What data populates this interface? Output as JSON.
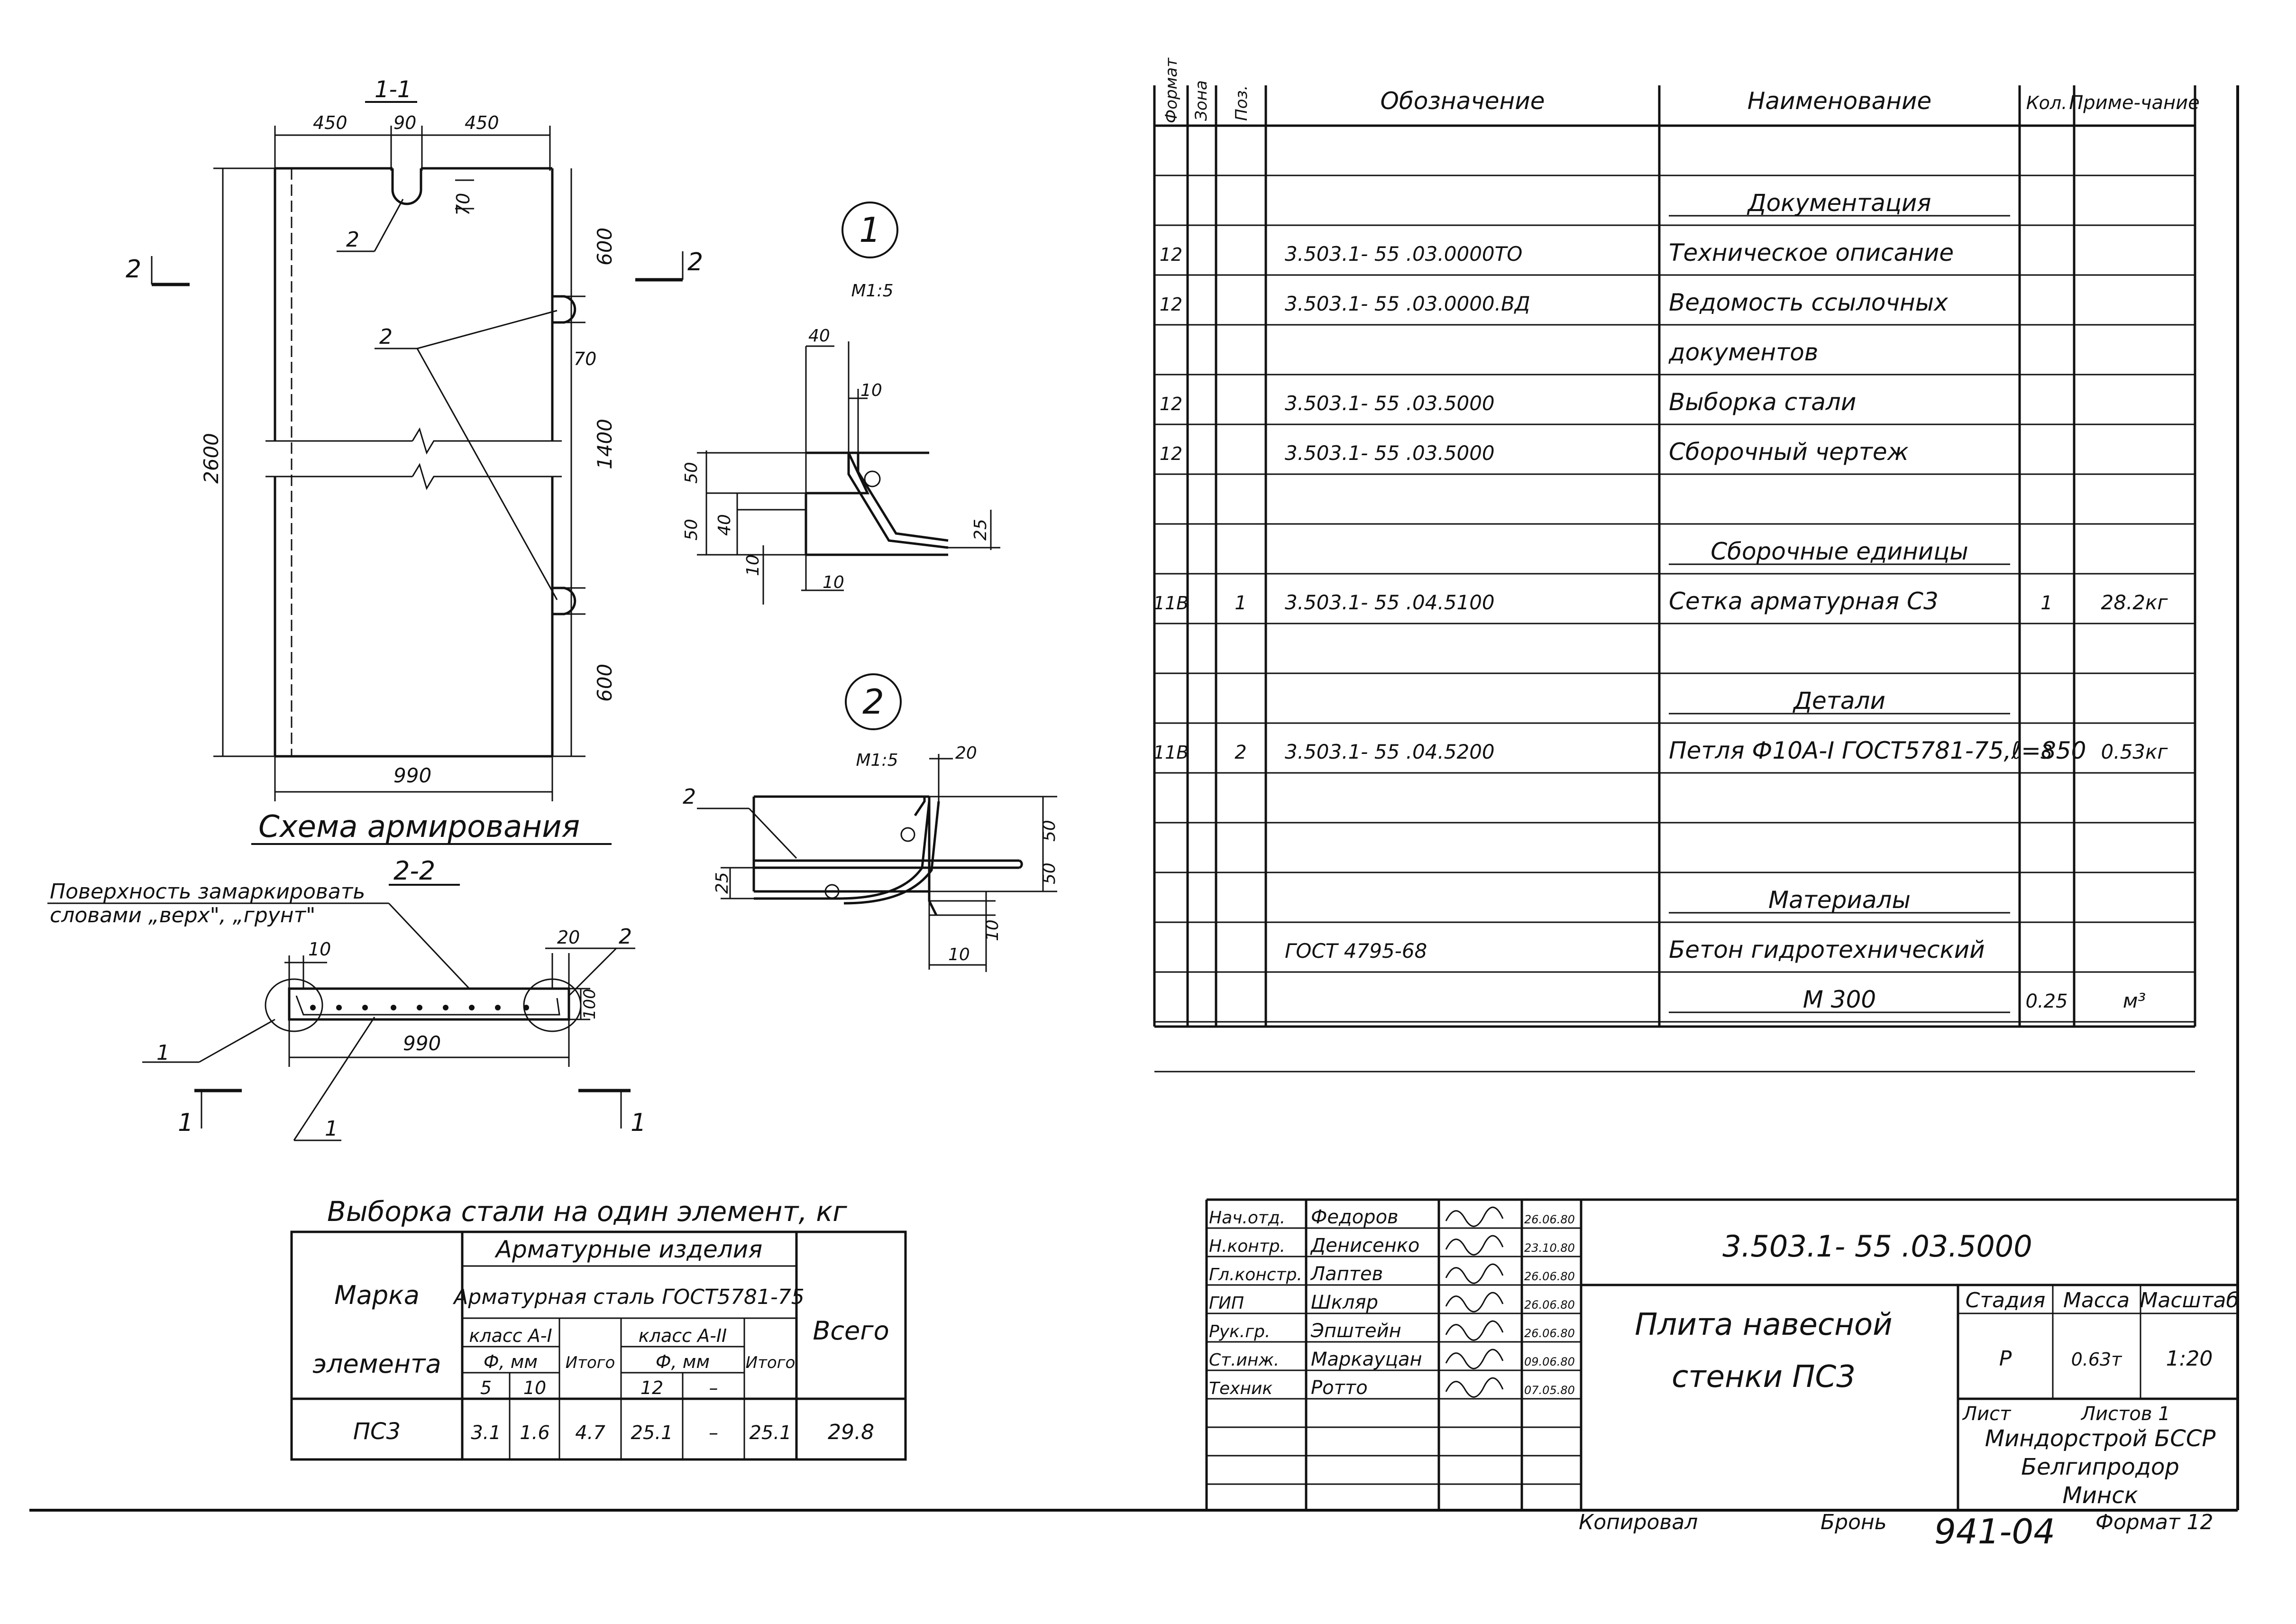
{
  "section_1_1": {
    "title": "1-1",
    "dims_top": [
      "450",
      "90",
      "450"
    ],
    "dim_70_top": "70",
    "dim_600_top": "600",
    "dim_70_mid": "70",
    "dim_1400": "1400",
    "dim_600_bottom": "600",
    "dim_2600": "2600",
    "dim_990": "990",
    "pos_label_a": "2",
    "pos_label_b": "2",
    "cut_left": "2",
    "cut_right": "2"
  },
  "detail_1": {
    "number": "1",
    "scale": "М1:5",
    "dims": [
      "40",
      "10",
      "50",
      "50",
      "40",
      "10",
      "10",
      "25"
    ]
  },
  "detail_2": {
    "number": "2",
    "scale": "М1:5",
    "pos_label": "2",
    "dims": [
      "20",
      "50",
      "50",
      "25",
      "10",
      "10"
    ]
  },
  "schema": {
    "title": "Схема армирования",
    "subtitle": "2-2",
    "note_line1": "Поверхность замаркировать",
    "note_line2": "словами „верх\", „грунт\"",
    "dim_10": "10",
    "dim_20": "20",
    "dim_100": "100",
    "dim_990": "990",
    "label_1a": "1",
    "label_1b": "1",
    "label_2": "2",
    "cut_left": "1",
    "cut_right": "1"
  },
  "steel_table": {
    "title": "Выборка стали на один элемент, кг",
    "h_mark1": "Марка",
    "h_mark2": "элемента",
    "h_group": "Арматурные изделия",
    "h_steel": "Арматурная сталь ГОСТ5781-75",
    "h_classA1": "класс А-I",
    "h_classA2": "класс А-II",
    "h_phi1": "Ф, мм",
    "h_phi2": "Ф, мм",
    "h_total1": "Итого",
    "h_total2": "Итого",
    "h_all": "Всего",
    "d5": "5",
    "d10": "10",
    "d12": "12",
    "d_dash": "–",
    "row": [
      "ПС3",
      "3.1",
      "1.6",
      "4.7",
      "25.1",
      "–",
      "25.1",
      "29.8"
    ]
  },
  "spec": {
    "headers": [
      "Формат",
      "Зона",
      "Поз.",
      "Обозначение",
      "Наименование",
      "Кол.",
      "Приме-чание"
    ],
    "rows": [
      [
        "",
        "",
        "",
        "",
        "",
        "",
        ""
      ],
      [
        "",
        "",
        "",
        "",
        "Документация",
        "",
        ""
      ],
      [
        "12",
        "",
        "",
        "3.503.1- 55 .03.0000ТО",
        "Техническое описание",
        "",
        ""
      ],
      [
        "12",
        "",
        "",
        "3.503.1- 55 .03.0000.ВД",
        "Ведомость ссылочных",
        "",
        ""
      ],
      [
        "",
        "",
        "",
        "",
        "документов",
        "",
        ""
      ],
      [
        "12",
        "",
        "",
        "3.503.1- 55 .03.5000",
        "Выборка стали",
        "",
        ""
      ],
      [
        "12",
        "",
        "",
        "3.503.1- 55 .03.5000",
        "Сборочный чертеж",
        "",
        ""
      ],
      [
        "",
        "",
        "",
        "",
        "",
        "",
        ""
      ],
      [
        "",
        "",
        "",
        "",
        "Сборочные единицы",
        "",
        ""
      ],
      [
        "11В",
        "",
        "1",
        "3.503.1- 55 .04.5100",
        "Сетка арматурная С3",
        "1",
        "28.2кг"
      ],
      [
        "",
        "",
        "",
        "",
        "",
        "",
        ""
      ],
      [
        "",
        "",
        "",
        "",
        "Детали",
        "",
        ""
      ],
      [
        "11В",
        "",
        "2",
        "3.503.1- 55 .04.5200",
        "Петля Ф10А-I ГОСТ5781-75,ℓ=850",
        "3",
        "0.53кг"
      ],
      [
        "",
        "",
        "",
        "",
        "",
        "",
        ""
      ],
      [
        "",
        "",
        "",
        "",
        "",
        "",
        ""
      ],
      [
        "",
        "",
        "",
        "",
        "Материалы",
        "",
        ""
      ],
      [
        "",
        "",
        "",
        "ГОСТ 4795-68",
        "Бетон гидротехнический",
        "",
        ""
      ],
      [
        "",
        "",
        "",
        "",
        "М 300",
        "0.25",
        "м³"
      ],
      [
        "",
        "",
        "",
        "",
        "",
        "",
        ""
      ]
    ]
  },
  "title_block": {
    "roles": [
      "Нач.отд.",
      "Н.контр.",
      "Гл.констр.",
      "ГИП",
      "Рук.гр.",
      "Ст.инж.",
      "Техник"
    ],
    "names": [
      "Федоров",
      "Денисенко",
      "Лаптев",
      "Шкляр",
      "Эпштейн",
      "Маркауцан",
      "Ротто"
    ],
    "dates": [
      "26.06.80",
      "23.10.80",
      "26.06.80",
      "26.06.80",
      "26.06.80",
      "09.06.80",
      "07.05.80"
    ],
    "doc_code": "3.503.1- 55 .03.5000",
    "name_line1": "Плита навесной",
    "name_line2": "стенки ПС3",
    "h_stage": "Стадия",
    "h_mass": "Масса",
    "h_scale": "Масштаб",
    "v_stage": "Р",
    "v_mass": "0.63т",
    "v_scale": "1:20",
    "sheet": "Лист",
    "sheets": "Листов 1",
    "org1": "Миндорстрой БССР",
    "org2": "Белгипродор",
    "org3": "Минск"
  },
  "footer": {
    "copied": "Копировал",
    "copier": "Бронь",
    "sheet_no": "941-04",
    "format": "Формат 12"
  }
}
